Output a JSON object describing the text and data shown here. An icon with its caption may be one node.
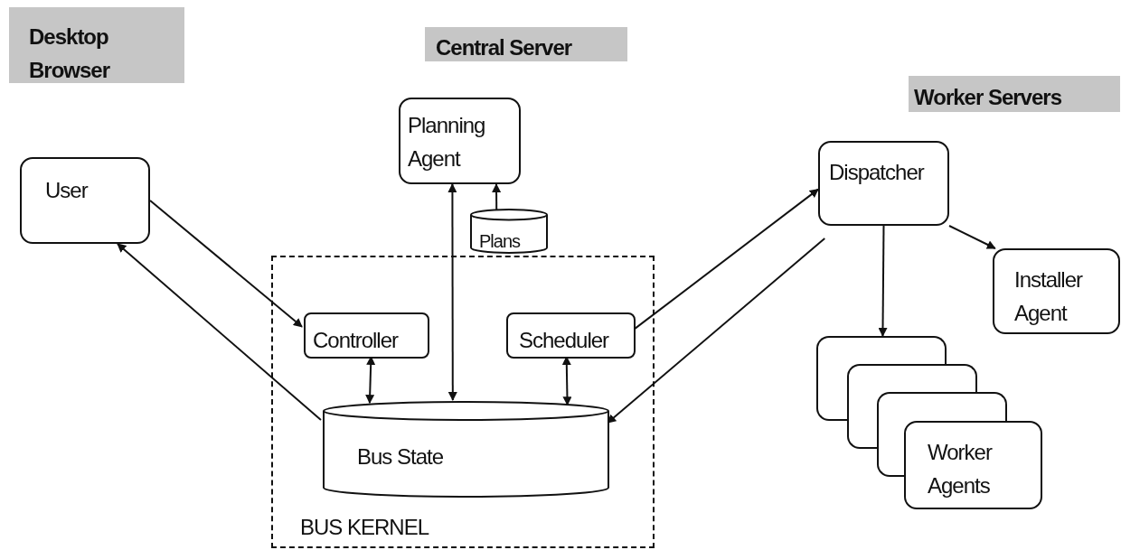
{
  "diagram": {
    "nodes": [
      {
        "text": [
          "Desktop Browser"
        ]
      },
      {
        "text": [
          "Central Server"
        ]
      },
      {
        "text": [
          "Worker Servers"
        ]
      },
      {
        "text": [
          "User"
        ]
      },
      {
        "text": [
          "Planning Agent"
        ]
      },
      {
        "text": [
          "Plans"
        ]
      },
      {
        "text": [
          "Dispatcher"
        ]
      },
      {
        "text": [
          "Installer Agent"
        ]
      },
      {
        "text": [
          "BUS KERNEL"
        ]
      },
      {
        "text": [
          "Controller"
        ],
        "in": 8
      },
      {
        "text": [
          "Scheduler"
        ],
        "in": 8
      },
      {
        "text": [
          "Bus State"
        ],
        "in": 8
      },
      {
        "text": [],
        "shape": "box"
      },
      {
        "text": [],
        "shape": "box"
      },
      {
        "text": [],
        "shape": "box"
      },
      {
        "text": [
          "Worker Agents"
        ]
      }
    ],
    "edges": [
      {
        "from": 3,
        "to": 9,
        "arrow": "to"
      },
      {
        "from": 11,
        "to": 3,
        "arrow": "to"
      },
      {
        "from": 9,
        "to": 11,
        "arrow": "both"
      },
      {
        "from": 4,
        "to": 11,
        "arrow": "both"
      },
      {
        "from": 5,
        "to": 4,
        "arrow": "to"
      },
      {
        "from": 10,
        "to": 11,
        "arrow": "both"
      },
      {
        "from": 10,
        "to": 6,
        "arrow": "to"
      },
      {
        "from": 6,
        "to": 11,
        "arrow": "to"
      },
      {
        "from": 6,
        "to": 7,
        "arrow": "to"
      },
      {
        "from": 6,
        "to": 12,
        "arrow": "to"
      }
    ]
  }
}
